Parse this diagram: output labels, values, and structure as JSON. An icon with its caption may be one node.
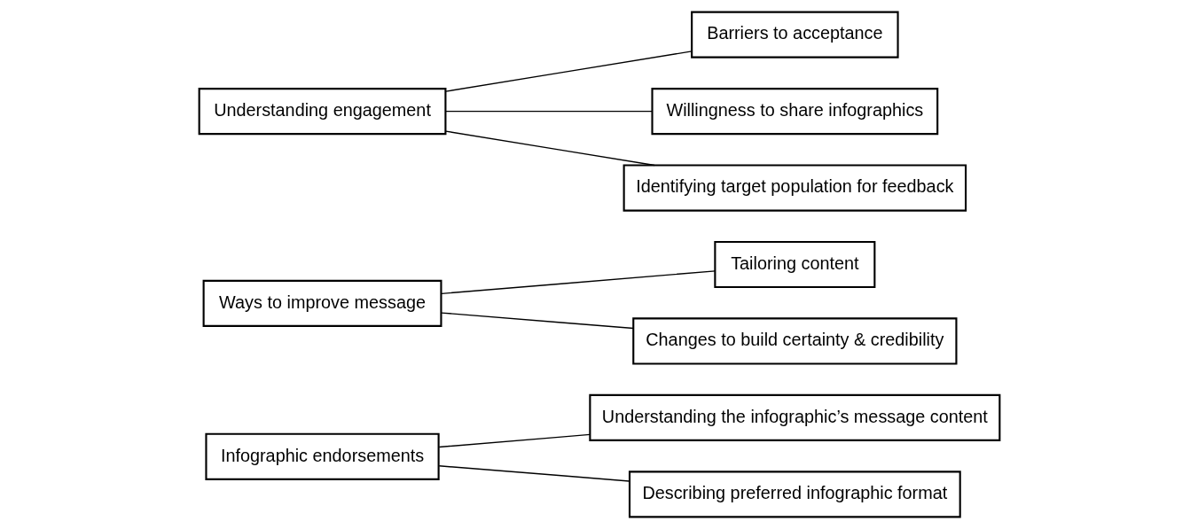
{
  "diagram": {
    "nodes": [
      {
        "text": [
          "Infographic endorsements"
        ]
      },
      {
        "text": [
          "Understanding the infographic’s message content"
        ]
      },
      {
        "text": [
          "Describing preferred infographic format"
        ]
      },
      {
        "text": [
          "Ways to improve message"
        ]
      },
      {
        "text": [
          "Tailoring content"
        ]
      },
      {
        "text": [
          "Changes to build certainty & credibility"
        ]
      },
      {
        "text": [
          "Understanding engagement"
        ]
      },
      {
        "text": [
          "Barriers to acceptance"
        ]
      },
      {
        "text": [
          "Willingness to share infographics"
        ]
      },
      {
        "text": [
          "Identifying target population for feedback"
        ]
      }
    ],
    "edges": [
      {
        "from": 0,
        "to": 1,
        "arrow": "none"
      },
      {
        "from": 0,
        "to": 2,
        "arrow": "none"
      },
      {
        "from": 3,
        "to": 4,
        "arrow": "none"
      },
      {
        "from": 3,
        "to": 5,
        "arrow": "none"
      },
      {
        "from": 6,
        "to": 7,
        "arrow": "none"
      },
      {
        "from": 6,
        "to": 8,
        "arrow": "none"
      },
      {
        "from": 6,
        "to": 9,
        "arrow": "none"
      }
    ]
  }
}
